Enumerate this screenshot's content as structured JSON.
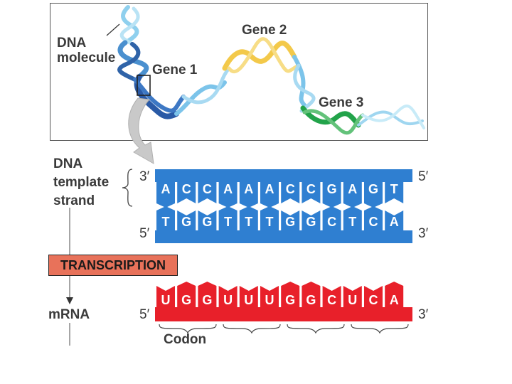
{
  "molecule_panel": {
    "dna_molecule_label_line1": "DNA",
    "dna_molecule_label_line2": "molecule",
    "gene1_label": "Gene 1",
    "gene2_label": "Gene 2",
    "gene3_label": "Gene 3"
  },
  "template_strand": {
    "label_line1": "DNA",
    "label_line2": "template",
    "label_line3": "strand",
    "prime_top_left": "3′",
    "prime_top_right": "5′",
    "prime_bottom_left": "5′",
    "prime_bottom_right": "3′",
    "top_bases": [
      "A",
      "C",
      "C",
      "A",
      "A",
      "A",
      "C",
      "C",
      "G",
      "A",
      "G",
      "T"
    ],
    "bottom_bases": [
      "T",
      "G",
      "G",
      "T",
      "T",
      "T",
      "G",
      "G",
      "C",
      "T",
      "C",
      "A"
    ]
  },
  "process": {
    "transcription_label": "TRANSCRIPTION"
  },
  "mrna": {
    "label": "mRNA",
    "prime_left": "5′",
    "prime_right": "3′",
    "bases": [
      "U",
      "G",
      "G",
      "U",
      "U",
      "U",
      "G",
      "G",
      "C",
      "U",
      "C",
      "A"
    ],
    "codon_label": "Codon"
  },
  "colors": {
    "dna_blue": "#2f7fd1",
    "rna_red": "#e8202a",
    "gene2_yellow": "#f3c94a",
    "gene3_green": "#22a34a",
    "helix_light": "#8fd0ee",
    "transcription_box": "#e8725a"
  }
}
